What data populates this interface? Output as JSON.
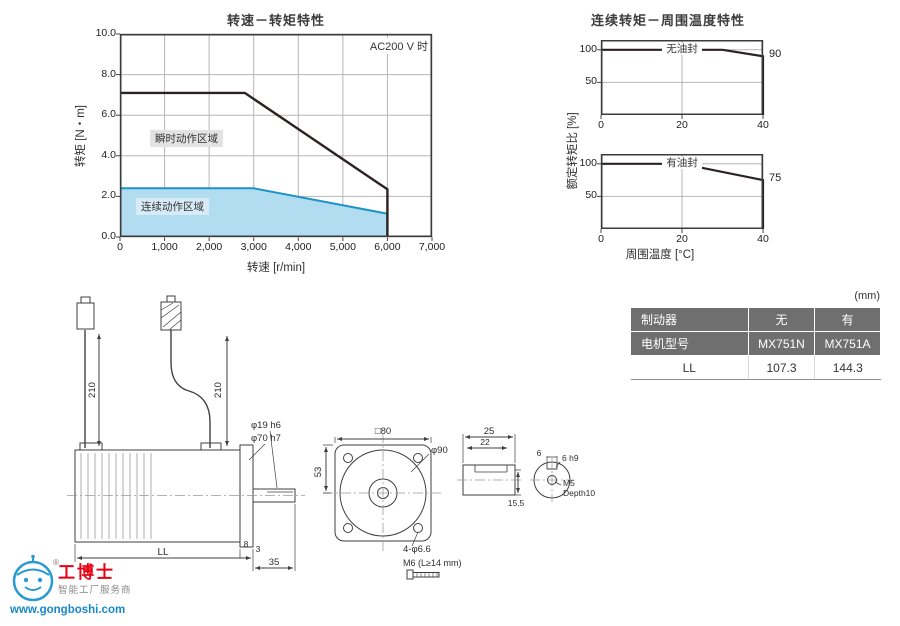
{
  "chart1": {
    "title": "转速－转矩特性",
    "annotation": "AC200 V 时",
    "ylabel": "转矩 [N・m]",
    "xlabel": "转速 [r/min]",
    "region_instant": "瞬时动作区域",
    "region_cont": "连续动作区域"
  },
  "chart2": {
    "title": "连续转矩－周围温度特性",
    "ylabel": "额定转矩比 [%]",
    "xlabel": "周围温度 [°C]",
    "plots": [
      {
        "label": "无油封"
      },
      {
        "label": "有油封"
      }
    ]
  },
  "table": {
    "unit": "(mm)",
    "rows": [
      {
        "label": "制动器",
        "c1": "无",
        "c2": "有"
      },
      {
        "label": "电机型号",
        "c1": "MX751N",
        "c2": "MX751A"
      },
      {
        "label": "LL",
        "c1": "107.3",
        "c2": "144.3"
      }
    ]
  },
  "drawing": {
    "dim_cable1": "210",
    "dim_cable2": "210",
    "dim_ll": "LL",
    "dim_8": "8",
    "dim_3": "3",
    "dim_35": "35",
    "dia_shaft": "φ19 h6",
    "dia_pilot": "φ70 h7",
    "sq_flange": "□80",
    "dim_53": "53",
    "dia_90": "φ90",
    "holes": "4-φ6.6",
    "bolt": "M6 (L≥14 mm)",
    "dim_25": "25",
    "dim_22": "22",
    "dim_155": "15.5",
    "key_w": "6",
    "key_tol": "6 h9",
    "tap": "M5",
    "tap_depth": "Depth10"
  },
  "logo": {
    "brand": "工博士",
    "reg": "®",
    "tagline": "智能工厂服务商",
    "url": "www.gongboshi.com"
  },
  "chart_data": [
    {
      "type": "area",
      "title": "转速－转矩特性",
      "xlabel": "转速 [r/min]",
      "ylabel": "转矩 [N・m]",
      "xlim": [
        0,
        7000
      ],
      "ylim": [
        0,
        10
      ],
      "grid": true,
      "annotation": "AC200 V 时",
      "xticks": [
        {
          "v": 0,
          "label": "0"
        },
        {
          "v": 1000,
          "label": "1,000"
        },
        {
          "v": 2000,
          "label": "2,000"
        },
        {
          "v": 3000,
          "label": "3,000"
        },
        {
          "v": 4000,
          "label": "4,000"
        },
        {
          "v": 5000,
          "label": "5,000"
        },
        {
          "v": 6000,
          "label": "6,000"
        },
        {
          "v": 7000,
          "label": "7,000"
        }
      ],
      "yticks": [
        {
          "v": 0,
          "label": "0.0"
        },
        {
          "v": 2,
          "label": "2.0"
        },
        {
          "v": 4,
          "label": "4.0"
        },
        {
          "v": 6,
          "label": "6.0"
        },
        {
          "v": 8,
          "label": "8.0"
        },
        {
          "v": 10,
          "label": "10.0"
        }
      ],
      "series": [
        {
          "name": "连续动作区域",
          "points": [
            [
              0,
              2.4
            ],
            [
              3000,
              2.4
            ],
            [
              6000,
              1.15
            ],
            [
              6000,
              0
            ]
          ],
          "color": "#1e93c6",
          "fill": "#b2ddf1",
          "width": 2
        },
        {
          "name": "瞬时动作区域",
          "points": [
            [
              0,
              7.1
            ],
            [
              2800,
              7.1
            ],
            [
              6000,
              2.35
            ],
            [
              6000,
              0
            ]
          ],
          "color": "#2b2222",
          "width": 2.4
        }
      ]
    },
    {
      "type": "line",
      "title": "无油封",
      "xlim": [
        0,
        40
      ],
      "ylim": [
        0,
        115
      ],
      "grid": true,
      "xticks": [
        {
          "v": 0,
          "label": "0"
        },
        {
          "v": 20,
          "label": "20"
        },
        {
          "v": 40,
          "label": "40"
        }
      ],
      "yticks": [
        {
          "v": 50,
          "label": "50"
        },
        {
          "v": 100,
          "label": "100"
        }
      ],
      "series": [
        {
          "name": "无油封",
          "points": [
            [
              0,
              100
            ],
            [
              30,
              100
            ],
            [
              40,
              90
            ],
            [
              40,
              0
            ]
          ],
          "color": "#2b2222",
          "width": 2.2
        }
      ],
      "end_label": {
        "v": 90,
        "label": "90"
      }
    },
    {
      "type": "line",
      "title": "有油封",
      "xlim": [
        0,
        40
      ],
      "ylim": [
        0,
        115
      ],
      "grid": true,
      "xticks": [
        {
          "v": 0,
          "label": "0"
        },
        {
          "v": 20,
          "label": "20"
        },
        {
          "v": 40,
          "label": "40"
        }
      ],
      "yticks": [
        {
          "v": 50,
          "label": "50"
        },
        {
          "v": 100,
          "label": "100"
        }
      ],
      "series": [
        {
          "name": "有油封",
          "points": [
            [
              0,
              100
            ],
            [
              20,
              100
            ],
            [
              40,
              75
            ],
            [
              40,
              0
            ]
          ],
          "color": "#2b2222",
          "width": 2.2
        }
      ],
      "end_label": {
        "v": 75,
        "label": "75"
      }
    }
  ]
}
